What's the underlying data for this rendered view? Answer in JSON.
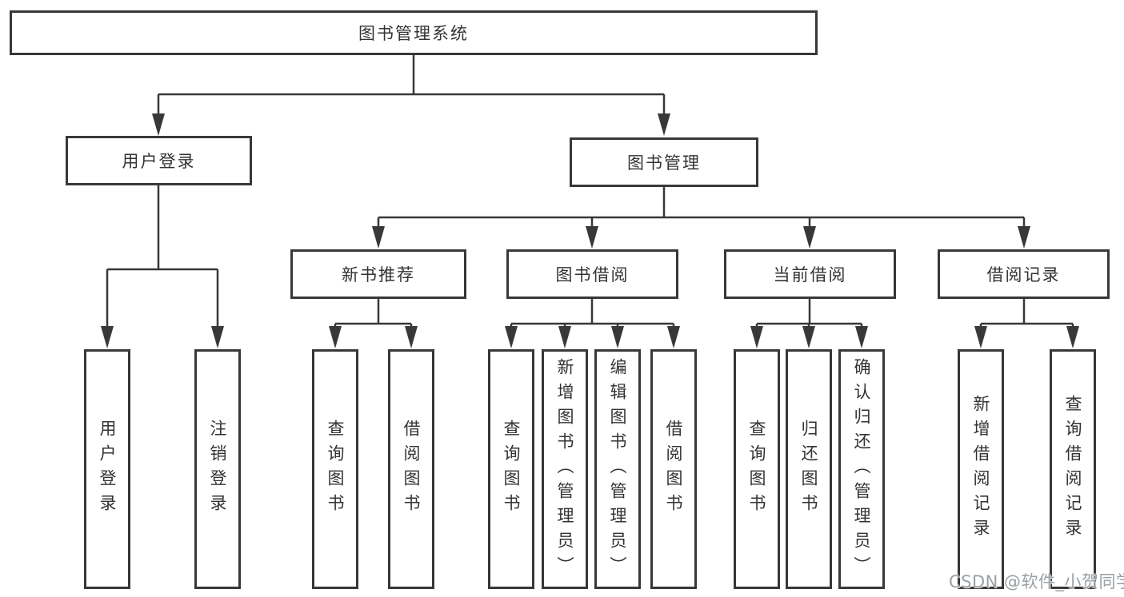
{
  "root": {
    "label": "图书管理系统"
  },
  "level2": [
    {
      "label": "用户登录",
      "leaves": [
        {
          "label": "用户登录"
        },
        {
          "label": "注销登录"
        }
      ]
    },
    {
      "label": "图书管理",
      "sections": [
        {
          "label": "新书推荐",
          "leaves": [
            {
              "label": "查询图书"
            },
            {
              "label": "借阅图书"
            }
          ]
        },
        {
          "label": "图书借阅",
          "leaves": [
            {
              "label": "查询图书"
            },
            {
              "label": "新增图书（管理员）"
            },
            {
              "label": "编辑图书（管理员）"
            },
            {
              "label": "借阅图书"
            }
          ]
        },
        {
          "label": "当前借阅",
          "leaves": [
            {
              "label": "查询图书"
            },
            {
              "label": "归还图书"
            },
            {
              "label": "确认归还（管理员）"
            }
          ]
        },
        {
          "label": "借阅记录",
          "leaves": [
            {
              "label": "新增借阅记录"
            },
            {
              "label": "查询借阅记录"
            }
          ]
        }
      ]
    }
  ],
  "watermark": {
    "text": "CSDN @软件_小贺同学"
  },
  "colors": {
    "line": "#383838",
    "box_border": "#383838",
    "text": "#333333",
    "watermark": "#9aa0a4",
    "background": "#ffffff"
  }
}
